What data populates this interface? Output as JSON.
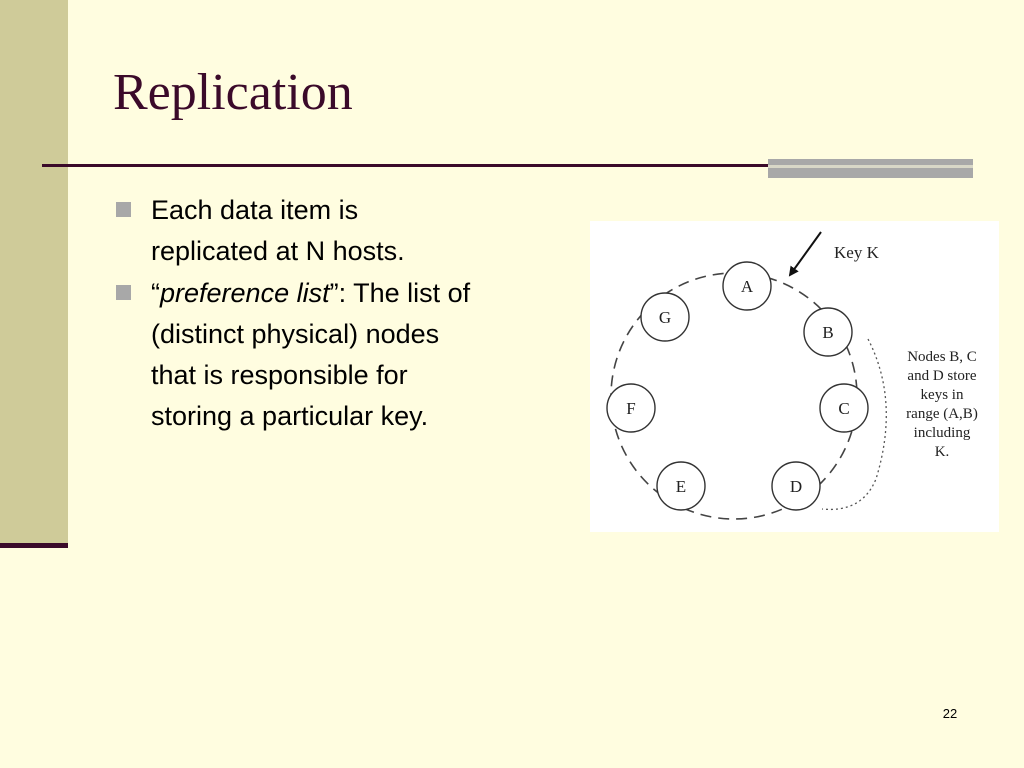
{
  "slide": {
    "title": "Replication",
    "page_number": "22",
    "bullets": [
      {
        "lines": [
          "Each data item is",
          "replicated at N hosts."
        ]
      },
      {
        "open_quote": "“",
        "emphasis": "preference list",
        "close_quote": "”",
        "rest_first_line": ": The list of",
        "lines": [
          "(distinct physical) nodes",
          "that is responsible for",
          "storing a particular key."
        ]
      }
    ]
  },
  "figure": {
    "key_label": "Key K",
    "nodes": [
      {
        "label": "A"
      },
      {
        "label": "B"
      },
      {
        "label": "C"
      },
      {
        "label": "D"
      },
      {
        "label": "E"
      },
      {
        "label": "F"
      },
      {
        "label": "G"
      }
    ],
    "note_lines": [
      "Nodes B, C",
      "and D store",
      "keys in",
      "range (A,B)",
      "including",
      "K."
    ]
  },
  "colors": {
    "background": "#fffde0",
    "accent_band": "#cfcb99",
    "title_color": "#3b0a2a",
    "bullet_marker": "#a8a8a8"
  }
}
